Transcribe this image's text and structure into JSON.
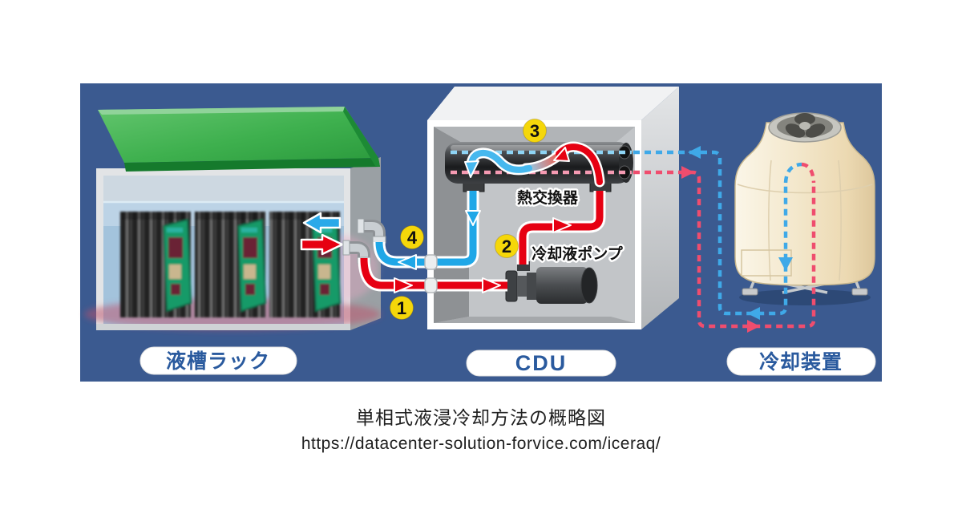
{
  "labels": {
    "tank": "液槽ラック",
    "cdu": "CDU",
    "cooler": "冷却装置",
    "heat_exchanger": "熱交換器",
    "coolant_pump": "冷却液ポンプ"
  },
  "badges": {
    "b1": "1",
    "b2": "2",
    "b3": "3",
    "b4": "4"
  },
  "caption": {
    "title": "単相式液浸冷却方法の概略図",
    "url": "https://datacenter-solution-forvice.com/iceraq/"
  },
  "colors": {
    "panel_bg": "#3b5a90",
    "hot_flow": "#e60012",
    "cold_flow": "#1fa7e7",
    "hot_dashed": "#ef4d6e",
    "cold_dashed": "#3fa9e8",
    "badge_yellow": "#f5d70a",
    "pill_text_blue": "#2a5a9e",
    "lid_green": "#3eb04e",
    "tower_cream": "#f3e7cb"
  }
}
